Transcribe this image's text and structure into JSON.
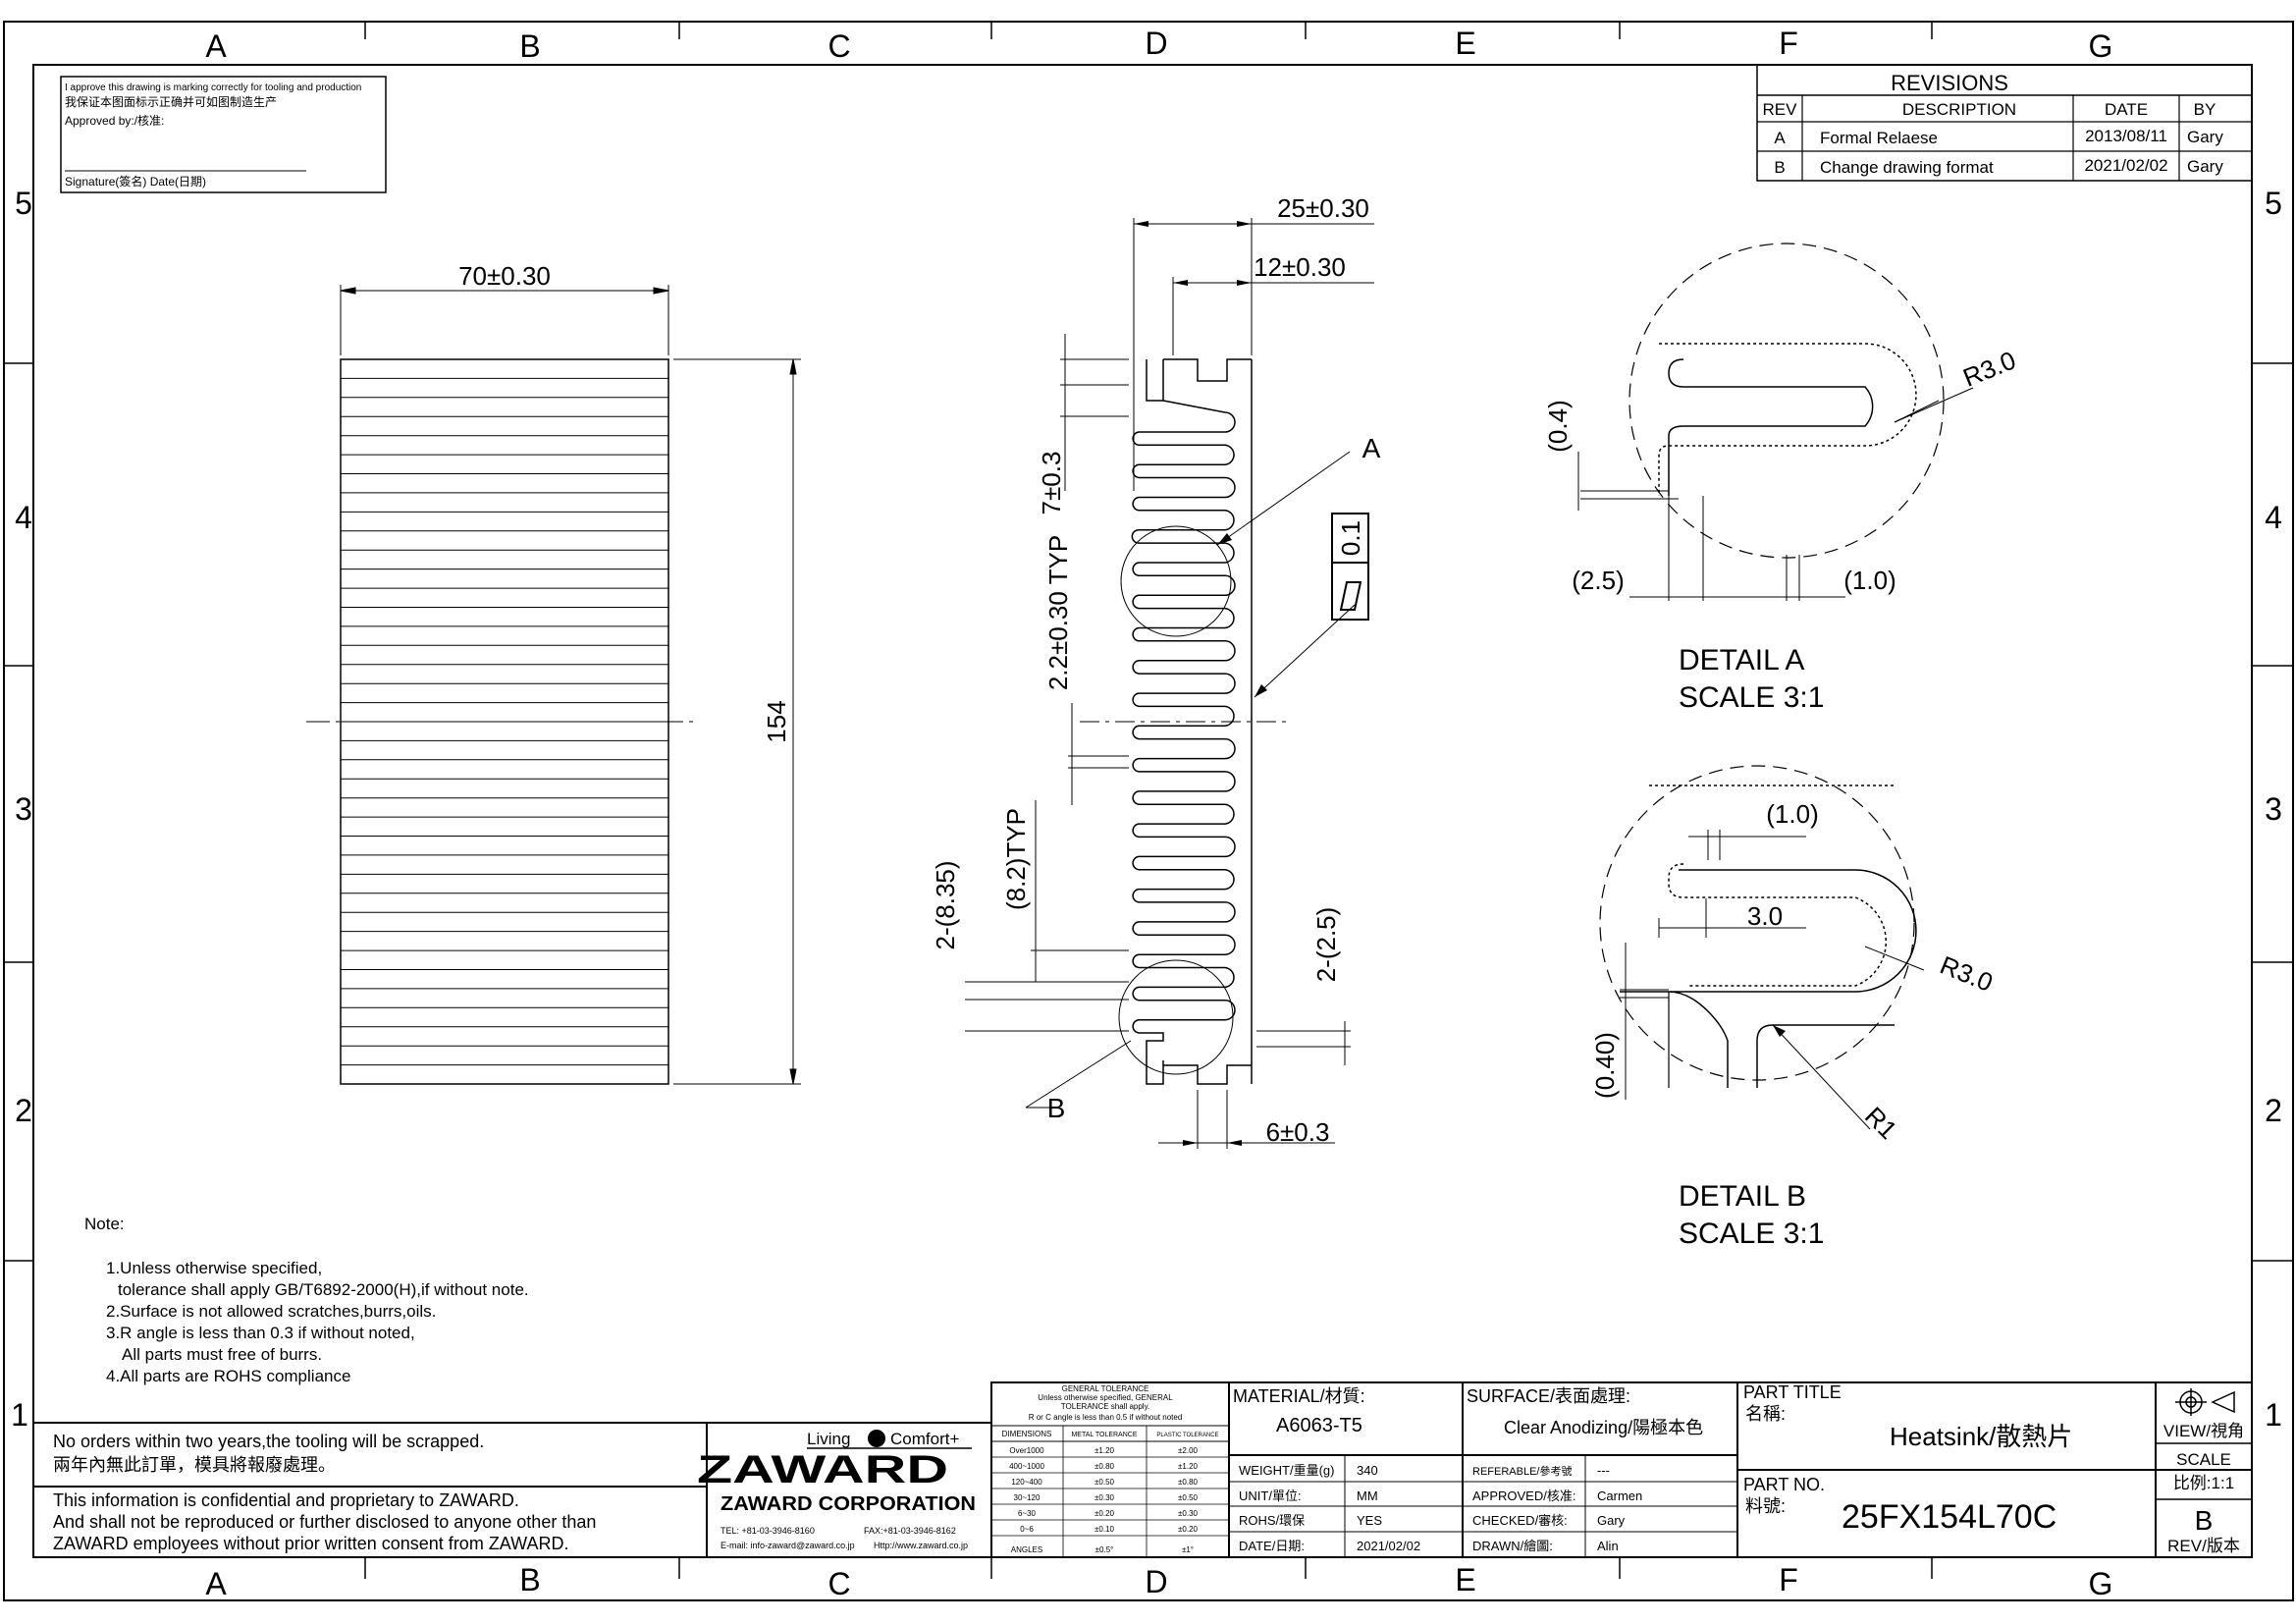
{
  "zones": {
    "columns": [
      "A",
      "B",
      "C",
      "D",
      "E",
      "F",
      "G"
    ],
    "rows": [
      "5",
      "4",
      "3",
      "2",
      "1"
    ]
  },
  "approval": {
    "line1": "I approve this drawing is marking correctly for tooling and production",
    "line2": "我保证本图面标示正确并可如图制造生产",
    "approved_by": "Approved by:/核准:",
    "signature": "Signature(簽名)  Date(日期)"
  },
  "revisions": {
    "title": "REVISIONS",
    "headers": [
      "REV",
      "DESCRIPTION",
      "DATE",
      "BY"
    ],
    "rows": [
      [
        "A",
        "Formal Relaese",
        "2013/08/11",
        "Gary"
      ],
      [
        "B",
        "Change drawing format",
        "2021/02/02",
        "Gary"
      ]
    ]
  },
  "dims": {
    "width_front": "70±0.30",
    "height_front": "154",
    "total_thickness": "25±0.30",
    "base_width": "12±0.30",
    "first_fin": "7±0.3",
    "fin_pitch": "2.2±0.30 TYP",
    "pitch_big": "(8.2)TYP",
    "edge_2": "2-(8.35)",
    "edge_25": "2-(2.5)",
    "slot": "6±0.3",
    "flatness": "0.1",
    "label_a": "A",
    "label_b": "B"
  },
  "detail_a": {
    "title": "DETAIL A",
    "scale": "SCALE 3:1",
    "radius": "R3.0",
    "d1": "(0.4)",
    "d2": "(2.5)",
    "d3": "(1.0)"
  },
  "detail_b": {
    "title": "DETAIL B",
    "scale": "SCALE 3:1",
    "d1": "(1.0)",
    "d2": "3.0",
    "radius": "R3.0",
    "d3": "(0.40)",
    "r1": "R1"
  },
  "notes": {
    "title": "Note:",
    "items": [
      "1.Unless otherwise specified,",
      "tolerance shall apply GB/T6892-2000(H),if without note.",
      "2.Surface is not allowed scratches,burrs,oils.",
      "3.R angle is less than 0.3 if without noted,",
      "All parts must free of burrs.",
      "4.All parts are ROHS compliance"
    ]
  },
  "title_block": {
    "warning1": "No orders within two years,the tooling will be scrapped.",
    "warning2": "兩年內無此訂單，模具將報廢處理。",
    "confidential1": "This information is confidential and proprietary to ZAWARD.",
    "confidential2": "And shall not be reproduced or further disclosed to anyone other than",
    "confidential3": "ZAWARD employees without prior written consent from ZAWARD.",
    "tagline_left": "Living",
    "tagline_right": "Comfort+",
    "logo": "ZAWARD",
    "corp": "ZAWARD CORPORATION",
    "tel": "TEL: +81-03-3946-8160",
    "fax": "FAX:+81-03-3946-8162",
    "email": "E-mail: info-zaward@zaward.co.jp",
    "web": "Http://www.zaward.co.jp",
    "brand_color": "#1a3fd6"
  },
  "tolerance": {
    "title1": "GENERAL TOLERANCE",
    "title2": "Unless otherwise specified, GENERAL",
    "title3": "TOLERANCE shall apply.",
    "title4": "R or C angle is less than 0.5 if without noted",
    "headers": [
      "DIMENSIONS",
      "METAL TOLERANCE",
      "PLASTIC TOLERANCE"
    ],
    "rows": [
      [
        "Over1000",
        "±1.20",
        "±2.00"
      ],
      [
        "400~1000",
        "±0.80",
        "±1.20"
      ],
      [
        "120~400",
        "±0.50",
        "±0.80"
      ],
      [
        "30~120",
        "±0.30",
        "±0.50"
      ],
      [
        "6~30",
        "±0.20",
        "±0.30"
      ],
      [
        "0~6",
        "±0.10",
        "±0.20"
      ],
      [
        "ANGLES",
        "±0.5°",
        "±1°"
      ]
    ]
  },
  "info": {
    "material_label": "MATERIAL/材質:",
    "material": "A6063-T5",
    "surface_label": "SURFACE/表面處理:",
    "surface": "Clear Anodizing/陽極本色",
    "weight_label": "WEIGHT/重量(g)",
    "weight": "340",
    "unit_label": "UNIT/單位:",
    "unit": "MM",
    "rohs_label": "ROHS/環保",
    "rohs": "YES",
    "date_label": "DATE/日期:",
    "date": "2021/02/02",
    "ref_label": "REFERABLE/參考號",
    "ref": "---",
    "approved_label": "APPROVED/核准:",
    "approved": "Carmen",
    "checked_label": "CHECKED/審核:",
    "checked": "Gary",
    "drawn_label": "DRAWN/繪圖:",
    "drawn": "Alin"
  },
  "part": {
    "title_label": "PART TITLE",
    "name_label": "名稱:",
    "title": "Heatsink/散熱片",
    "no_label": "PART NO.",
    "no_sub": "料號:",
    "no": "25FX154L70C",
    "view_label": "VIEW/視角",
    "scale_label": "SCALE",
    "scale_value": "比例:1:1",
    "rev": "B",
    "rev_label": "REV/版本"
  }
}
